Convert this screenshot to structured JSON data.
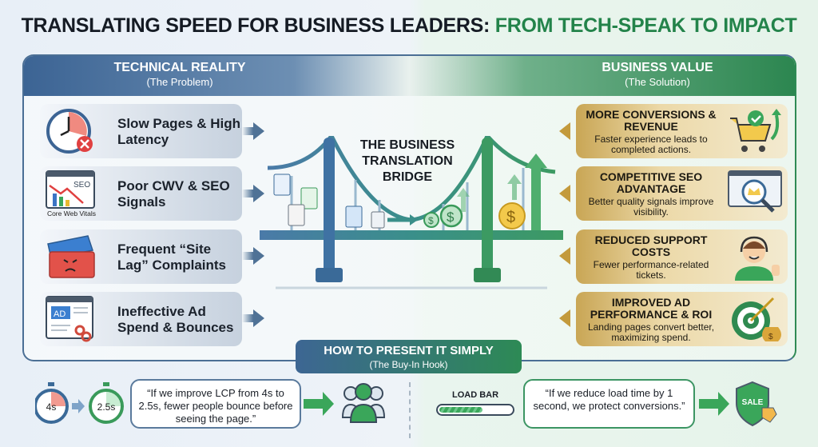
{
  "title": {
    "part1": "TRANSLATING SPEED FOR BUSINESS LEADERS:",
    "part2": "FROM TECH-SPEAK TO IMPACT"
  },
  "left_header": {
    "title": "TECHNICAL REALITY",
    "subtitle": "(The Problem)"
  },
  "right_header": {
    "title": "BUSINESS VALUE",
    "subtitle": "(The Solution)"
  },
  "problems": [
    {
      "label": "Slow Pages & High Latency",
      "icon": "clock-error-icon"
    },
    {
      "label": "Poor CWV & SEO Signals",
      "icon": "seo-chart-icon",
      "icon_text": "SEO",
      "caption": "Core Web Vitals"
    },
    {
      "label": "Frequent “Site Lag” Complaints",
      "icon": "angry-ticket-icon"
    },
    {
      "label": "Ineffective Ad Spend & Bounces",
      "icon": "broken-ad-icon",
      "icon_text": "AD"
    }
  ],
  "solutions": [
    {
      "title": "MORE CONVERSIONS & REVENUE",
      "desc": "Faster experience leads to completed actions.",
      "icon": "cart-check-icon"
    },
    {
      "title": "COMPETITIVE SEO ADVANTAGE",
      "desc": "Better quality signals improve visibility.",
      "icon": "magnifier-crown-icon"
    },
    {
      "title": "REDUCED SUPPORT COSTS",
      "desc": "Fewer performance-related tickets.",
      "icon": "happy-support-agent-icon"
    },
    {
      "title": "IMPROVED AD PERFORMANCE & ROI",
      "desc": "Landing pages convert better, maximizing spend.",
      "icon": "target-money-icon"
    }
  ],
  "bridge": {
    "title": "THE BUSINESS TRANSLATION BRIDGE"
  },
  "how": {
    "title": "HOW TO PRESENT IT SIMPLY",
    "subtitle": "(The Buy-In Hook)"
  },
  "bottom": {
    "timer_before": "4s",
    "timer_after": "2.5s",
    "quote1": "“If we improve LCP from 4s to 2.5s, fewer people bounce before seeing the page.”",
    "load_bar_label": "LOAD BAR",
    "load_bar_progress": 0.6,
    "quote2": "“If we reduce load time by 1 second, we protect conversions.”",
    "shield_text": "SALE"
  },
  "colors": {
    "blue": "#3c6494",
    "green": "#2c8650",
    "gold": "#c9a655"
  }
}
